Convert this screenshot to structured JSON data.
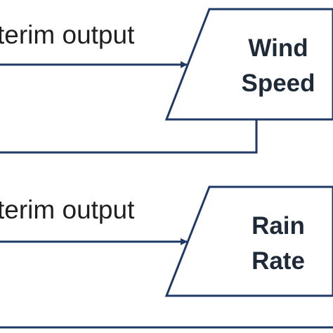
{
  "diagram": {
    "accent_color": "#1f3a66",
    "edges": [
      {
        "label": "terim output"
      },
      {
        "label": "terim output"
      }
    ],
    "nodes": [
      {
        "shape": "parallelogram",
        "lines": [
          "Wind",
          "Speed"
        ]
      },
      {
        "shape": "parallelogram",
        "lines": [
          "Rain",
          "Rate"
        ]
      }
    ]
  }
}
